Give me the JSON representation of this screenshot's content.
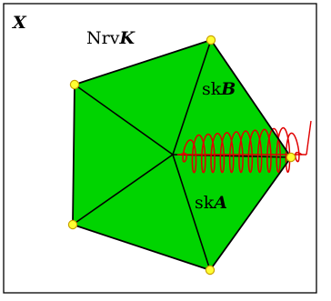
{
  "space_label": "X",
  "nerve_label": {
    "prefix": "Nrv",
    "symbol": "K"
  },
  "skeleton_a_label": {
    "prefix": "sk",
    "symbol": "A"
  },
  "skeleton_b_label": {
    "prefix": "sk",
    "symbol": "B"
  },
  "colors": {
    "frame": "#000000",
    "face_fill": "#00d400",
    "edge": "#000000",
    "vertex_fill": "#ffff33",
    "vertex_stroke": "#c8a000",
    "coil": "#e00000",
    "label": "#000000"
  }
}
